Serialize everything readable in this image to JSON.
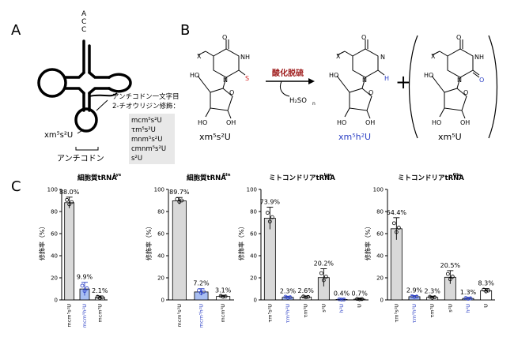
{
  "panels": {
    "a": {
      "letter": "A"
    },
    "b": {
      "letter": "B"
    },
    "c": {
      "letter": "C"
    }
  },
  "trna": {
    "acceptor_top": [
      "A",
      "C",
      "C"
    ],
    "anticodon_label": "アンチコドン",
    "wobble_base": "xm⁵s²U",
    "side_label_line1": "アンチコドン一文字目",
    "side_label_line2": "2-チオウリジン修飾：",
    "mod_list": [
      "mcm⁵s²U",
      "τm⁵s²U",
      "mnm⁵s²U",
      "cmnm⁵s²U",
      "s²U"
    ]
  },
  "reaction": {
    "substrate_label": "xm⁵s²U",
    "arrow_label": "酸化脱硫",
    "reagent": "H₂SO",
    "reagent_sub": "n",
    "product1_label": "xm⁵h²U",
    "product2_label": "xm⁵U",
    "plus": "+",
    "atoms": {
      "x": "X",
      "n": "N",
      "nh": "NH",
      "s": "S",
      "h": "H",
      "o": "O",
      "ho": "HO",
      "oh": "OH"
    },
    "colors": {
      "s": "#d62728",
      "h": "#2b3fc4",
      "arrow_label": "#9e1b1b"
    }
  },
  "chart_data": [
    {
      "type": "bar",
      "title": "細胞質tRNA",
      "title_sup": "Lys",
      "ylabel": "修飾率（%）",
      "ylim": [
        0,
        100
      ],
      "yticks": [
        0,
        20,
        40,
        60,
        80,
        100
      ],
      "categories": [
        "mcm⁵s²U",
        "mcm⁵h²U",
        "mcm⁵U"
      ],
      "category_colors": [
        "#000000",
        "#2b3fc4",
        "#000000"
      ],
      "values": [
        88.0,
        9.9,
        2.1
      ],
      "labels": [
        "88.0%",
        "9.9%",
        "2.1%"
      ],
      "errors": [
        5,
        6,
        1.5
      ],
      "bar_colors": [
        "#d9d9d9",
        "#a9bff2",
        "#ffffff"
      ]
    },
    {
      "type": "bar",
      "title": "細胞質tRNA",
      "title_sup": "Gln",
      "ylabel": "修飾率（%）",
      "ylim": [
        0,
        100
      ],
      "yticks": [
        0,
        20,
        40,
        60,
        80,
        100
      ],
      "categories": [
        "mcm⁵s²U",
        "mcm⁵h²U",
        "mcm⁵U"
      ],
      "category_colors": [
        "#000000",
        "#2b3fc4",
        "#000000"
      ],
      "values": [
        89.7,
        7.2,
        3.1
      ],
      "labels": [
        "89.7%",
        "7.2%",
        "3.1%"
      ],
      "errors": [
        3,
        3,
        1
      ],
      "bar_colors": [
        "#d9d9d9",
        "#a9bff2",
        "#ffffff"
      ]
    },
    {
      "type": "bar",
      "title": "ミトコンドリアtRNA",
      "title_sup": "Lys",
      "ylabel": "修飾率（%）",
      "ylim": [
        0,
        100
      ],
      "yticks": [
        0,
        20,
        40,
        60,
        80,
        100
      ],
      "categories": [
        "τm⁵s²U",
        "τm⁵h²U",
        "τm⁵U",
        "s²U",
        "h²U",
        "U"
      ],
      "category_colors": [
        "#000000",
        "#2b3fc4",
        "#000000",
        "#000000",
        "#2b3fc4",
        "#000000"
      ],
      "values": [
        73.9,
        2.3,
        2.6,
        20.2,
        0.4,
        0.7
      ],
      "labels": [
        "73.9%",
        "2.3%",
        "2.6%",
        "20.2%",
        "0.4%",
        "0.7%"
      ],
      "errors": [
        10,
        1,
        1,
        8,
        0.5,
        0.5
      ],
      "bar_colors": [
        "#d9d9d9",
        "#a9bff2",
        "#ffffff",
        "#d9d9d9",
        "#a9bff2",
        "#ffffff"
      ]
    },
    {
      "type": "bar",
      "title": "ミトコンドリアtRNA",
      "title_sup": "Glu",
      "ylabel": "修飾率（%）",
      "ylim": [
        0,
        100
      ],
      "yticks": [
        0,
        20,
        40,
        60,
        80,
        100
      ],
      "categories": [
        "τm⁵s²U",
        "τm⁵h²U",
        "τm⁵U",
        "s²U",
        "h²U",
        "U"
      ],
      "category_colors": [
        "#000000",
        "#2b3fc4",
        "#000000",
        "#000000",
        "#2b3fc4",
        "#000000"
      ],
      "values": [
        64.4,
        2.9,
        2.3,
        20.5,
        1.3,
        8.3
      ],
      "labels": [
        "64.4%",
        "2.9%",
        "2.3%",
        "20.5%",
        "1.3%",
        "8.3%"
      ],
      "errors": [
        10,
        1,
        1,
        6,
        0.8,
        2
      ],
      "bar_colors": [
        "#d9d9d9",
        "#a9bff2",
        "#ffffff",
        "#d9d9d9",
        "#a9bff2",
        "#ffffff"
      ]
    }
  ]
}
